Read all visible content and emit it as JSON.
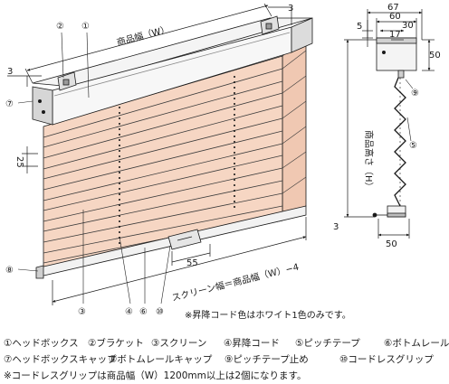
{
  "dimensions": {
    "top_right_3": "3",
    "left_3": "3",
    "product_width": "商品幅（W）",
    "pleat_pitch": "25",
    "cord_55": "55",
    "screen_width": "スクリーン幅＝商品幅（W）−4",
    "side_67": "67",
    "side_60": "60",
    "side_30": "30",
    "side_17": "17",
    "side_5": "5",
    "side_50_top": "50",
    "side_50_bottom": "50",
    "side_3": "3",
    "product_height": "商品高さ（H）"
  },
  "callouts": {
    "c1": "①",
    "c2": "②",
    "c3": "③",
    "c4": "④",
    "c5": "⑤",
    "c6": "⑥",
    "c7": "⑦",
    "c8": "⑧",
    "c9": "⑨",
    "c10": "⑩"
  },
  "cord_color_note": "※昇降コード色はホワイト1色のみです。",
  "legend": {
    "row1": [
      "①ヘッドボックス",
      "②ブラケット",
      "③スクリーン",
      "④昇降コード",
      "⑤ピッチテープ",
      "⑥ボトムレール"
    ],
    "row2": [
      "⑦ヘッドボックスキャップ",
      "⑧ボトムレールキャップ",
      "⑨ピッチテープ止め",
      "⑩コードレスグリップ"
    ],
    "note": "※コードレスグリップは商品幅（W）1200mm以上は2個になります。"
  },
  "colors": {
    "screen": "#f6d6c3",
    "pleat_line": "#3b3b3b",
    "frame": "#f4f4f4",
    "frame_shade": "#c9c9c9",
    "line": "#1a1a1a"
  }
}
